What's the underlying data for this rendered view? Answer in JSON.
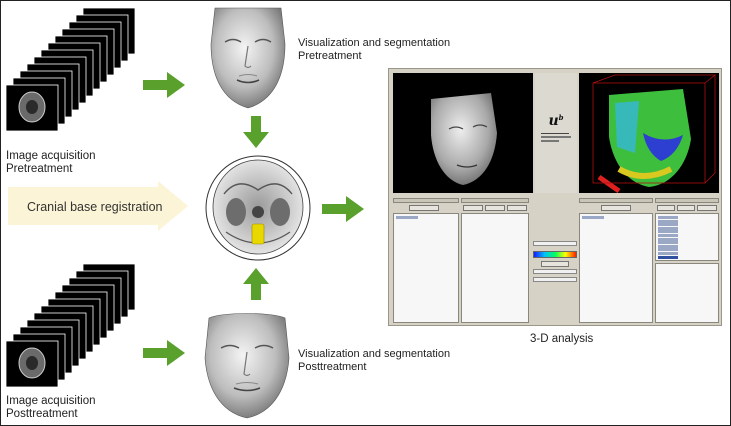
{
  "labels": {
    "viz_pre_line1": "Visualization and segmentation",
    "viz_pre_line2": "Pretreatment",
    "acq_pre_line1": "Image acquisition",
    "acq_pre_line2": "Pretreatment",
    "cranial_base": "Cranial base registration",
    "viz_post_line1": "Visualization and segmentation",
    "viz_post_line2": "Posttreatment",
    "acq_post_line1": "Image acquisition",
    "acq_post_line2": "Posttreatment",
    "analysis": "3-D analysis"
  },
  "colors": {
    "arrow_green": "#5aa02c",
    "banner_fill": "#fbf4d6",
    "heatmap_green": "#3dbf3d",
    "heatmap_blue": "#2d3fd0",
    "bounding_box_red": "#b01010"
  }
}
